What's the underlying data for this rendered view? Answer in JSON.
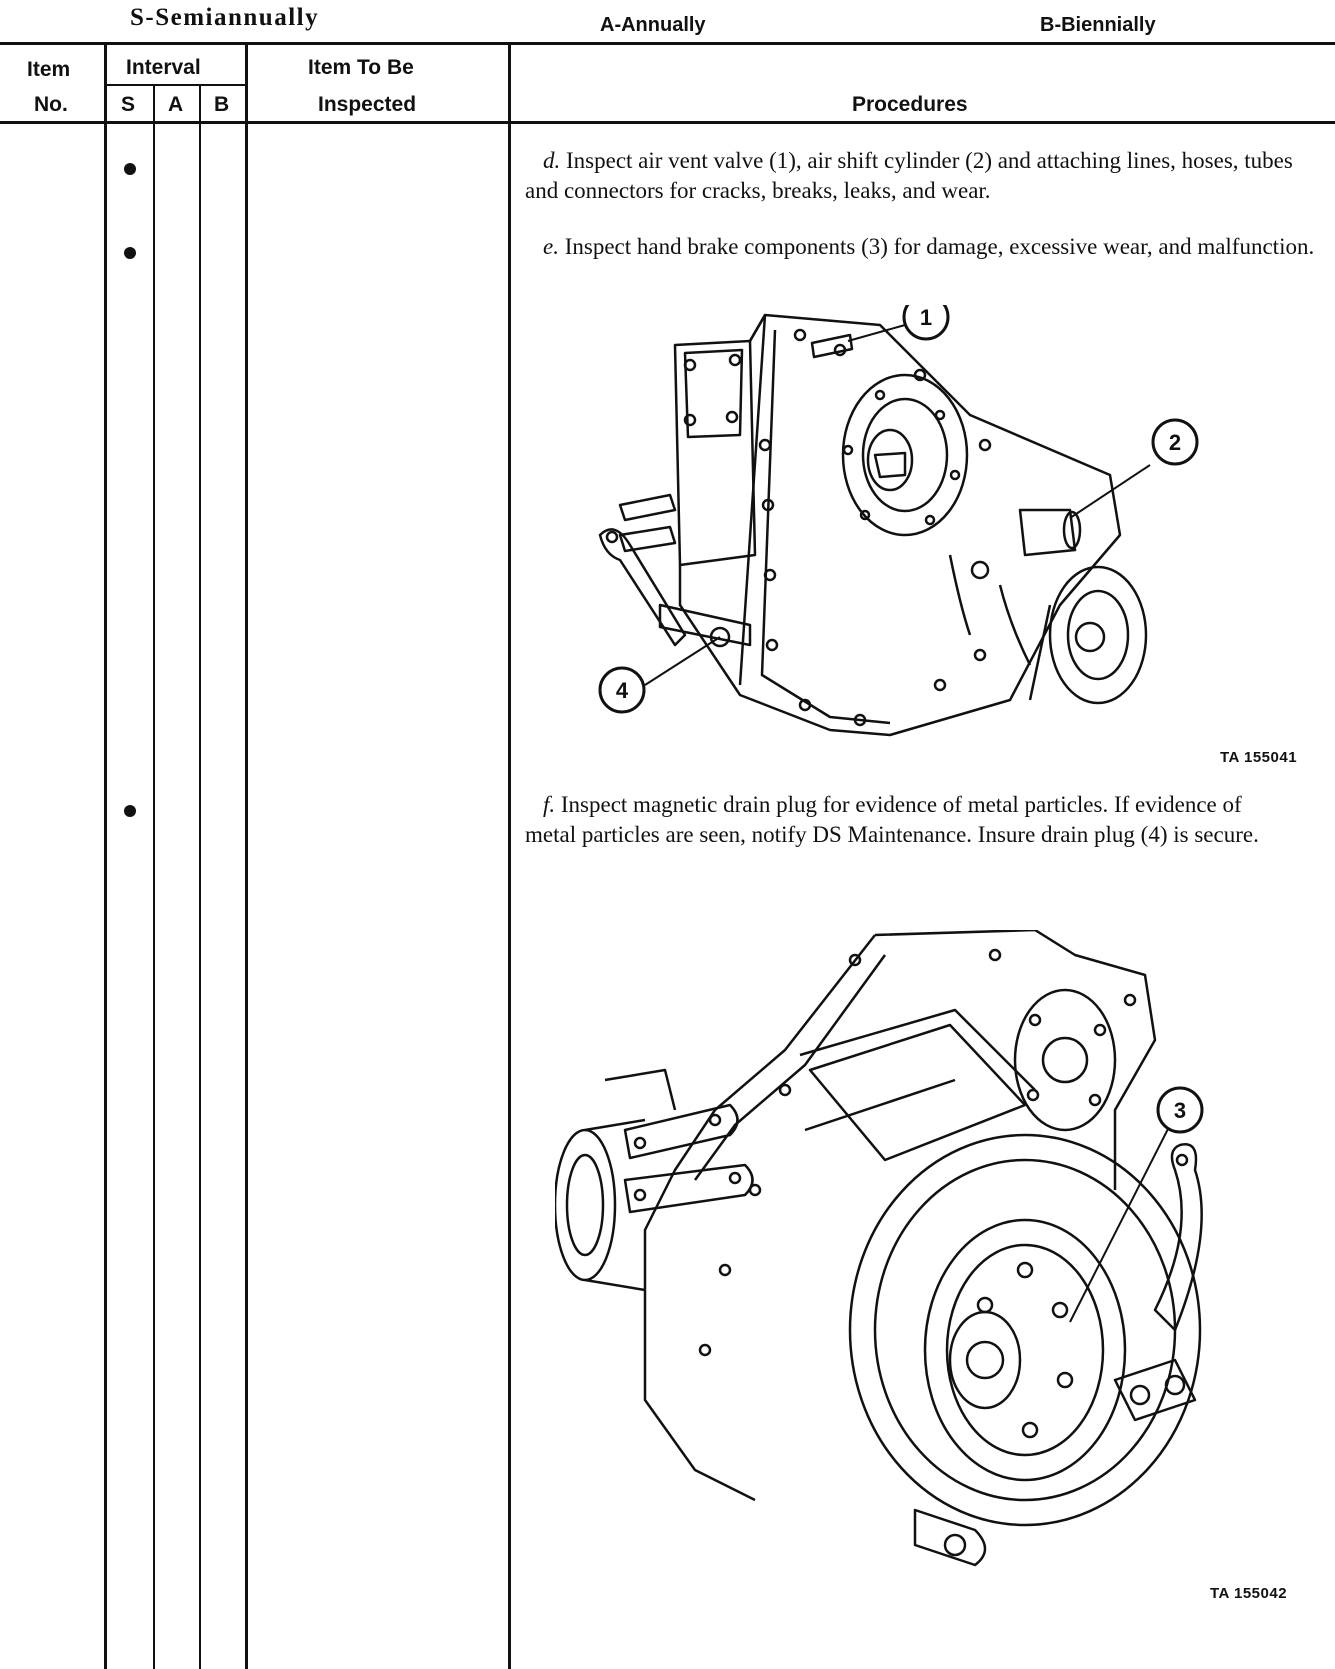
{
  "legend": {
    "semiannually": "S-Semiannually",
    "annually": "A-Annually",
    "biennially": "B-Biennially"
  },
  "table_header": {
    "item": "Item",
    "no": "No.",
    "interval": "Interval",
    "s": "S",
    "a": "A",
    "b": "B",
    "item_to_be_line1": "Item To Be",
    "item_to_be_line2": "Inspected",
    "procedures": "Procedures"
  },
  "procedures": [
    {
      "letter": "d.",
      "text": "Inspect air vent valve (1), air shift cylinder (2) and attaching lines, hoses, tubes and connectors for cracks, breaks, leaks, and wear.",
      "interval": "S"
    },
    {
      "letter": "e.",
      "text": "Inspect hand brake components (3) for damage, excessive wear, and malfunction.",
      "interval": "S"
    },
    {
      "letter": "f.",
      "text": "Inspect magnetic drain plug for evidence of metal particles. If evidence of metal particles are seen, notify DS Maintenance. Insure drain plug (4) is secure.",
      "interval": "S"
    }
  ],
  "figures": [
    {
      "id": "TA 155041",
      "callouts": [
        "1",
        "2",
        "4"
      ]
    },
    {
      "id": "TA 155042",
      "callouts": [
        "3"
      ]
    }
  ]
}
